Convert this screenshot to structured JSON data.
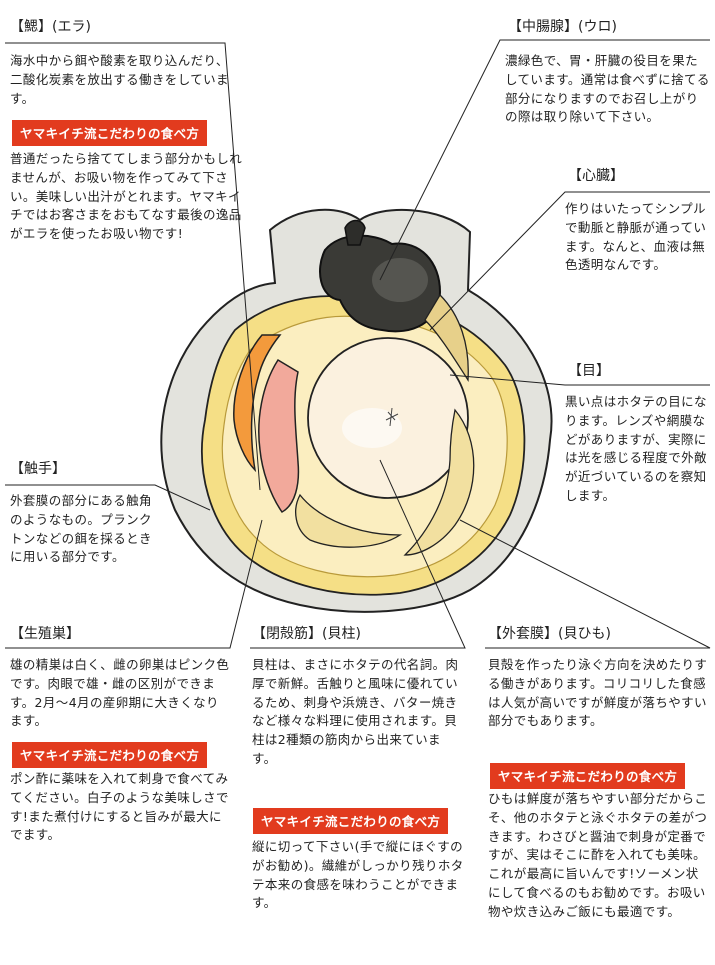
{
  "labels": {
    "gill": {
      "title": "【鰓】(エラ)",
      "desc": "海水中から餌や酸素を取り込んだり、二酸化炭素を放出する働きをしています。",
      "tip_label": "ヤマキイチ流こだわりの食べ方",
      "tip": "普通だったら捨ててしまう部分かもしれませんが、お吸い物を作ってみて下さい。美味しい出汁がとれます。ヤマキイチではお客さまをおもてなす最後の逸品がエラを使ったお吸い物です!"
    },
    "midgut": {
      "title": "【中腸腺】(ウロ)",
      "desc": "濃緑色で、胃・肝臓の役目を果たしています。通常は食べずに捨てる部分になりますのでお召し上がりの際は取り除いて下さい。"
    },
    "heart": {
      "title": "【心臓】",
      "desc": "作りはいたってシンプルで動脈と静脈が通っています。なんと、血液は無色透明なんです。"
    },
    "eye": {
      "title": "【目】",
      "desc": "黒い点はホタテの目になります。レンズや網膜などがありますが、実際には光を感じる程度で外敵が近づいているのを察知します。"
    },
    "tentacle": {
      "title": "【触手】",
      "desc": "外套膜の部分にある触角のようなもの。プランクトンなどの餌を採るときに用いる部分です。"
    },
    "gonad": {
      "title": "【生殖巣】",
      "desc": "雄の精巣は白く、雌の卵巣はピンク色です。肉眼で雄・雌の区別ができます。2月〜4月の産卵期に大きくなります。",
      "tip_label": "ヤマキイチ流こだわりの食べ方",
      "tip": "ポン酢に薬味を入れて刺身で食べてみてください。白子のような美味しさです!また煮付けにすると旨みが最大にでます。"
    },
    "adductor": {
      "title": "【閉殻筋】(貝柱)",
      "desc": "貝柱は、まさにホタテの代名詞。肉厚で新鮮。舌触りと風味に優れているため、刺身や浜焼き、バター焼きなど様々な料理に使用されます。貝柱は2種類の筋肉から出来ています。",
      "tip_label": "ヤマキイチ流こだわりの食べ方",
      "tip": "縦に切って下さい(手で縦にほぐすのがお勧め)。繊維がしっかり残りホタテ本来の食感を味わうことができます。"
    },
    "mantle": {
      "title": "【外套膜】(貝ひも)",
      "desc": "貝殻を作ったり泳ぐ方向を決めたりする働きがあります。コリコリした食感は人気が高いですが鮮度が落ちやすい部分でもあります。",
      "tip_label": "ヤマキイチ流こだわりの食べ方",
      "tip": "ひもは鮮度が落ちやすい部分だからこそ、他のホタテと泳ぐホタテの差がつきます。わさびと醤油で刺身が定番ですが、実はそこに酢を入れても美味。これが最高に旨いんです!ソーメン状にして食べるのもお勧めです。お吸い物や炊き込みご飯にも最適です。"
    }
  },
  "colors": {
    "accent": "#e23b1e",
    "shell_grey": "#e3e3dd",
    "mantle_yellow": "#f5df86",
    "adductor_cream": "#fbf1df",
    "midgut_dark": "#3a3a36",
    "gonad_orange": "#f39a3c",
    "gonad_pink": "#f2a99b"
  }
}
